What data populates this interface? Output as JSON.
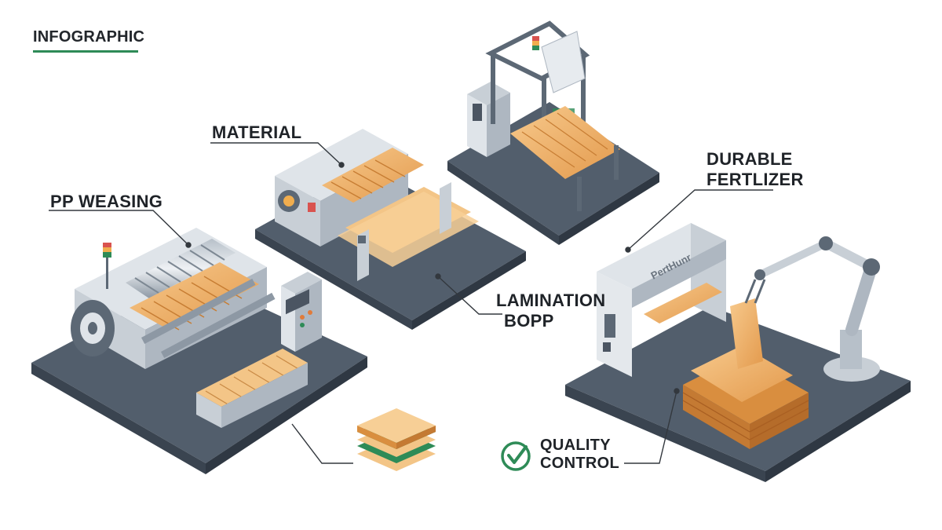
{
  "header": {
    "title": "INFOGRAPHIC",
    "accent_color": "#2e8b57"
  },
  "labels": {
    "pp_weaving": "PP WEASING",
    "material": "MATERIAL",
    "lamination_line1": "LAMINATION",
    "lamination_line2": "BOPP",
    "durable_line1": "DURABLE",
    "durable_line2": "FERTLIZER",
    "quality_line1": "QUALITY",
    "quality_line2": "CONTROL"
  },
  "machine_branding": {
    "bagging_machine_text": "PertHunr"
  },
  "icons": {
    "quality": "check-circle-icon",
    "status_light": "signal-tower-icon"
  },
  "colors": {
    "platform": "#4f5b69",
    "platform_edge": "#3a4450",
    "machine_body": "#e4e8ec",
    "machine_dark": "#5c6875",
    "material_orange": "#f2b36b",
    "material_orange_dark": "#d98e3f",
    "film_green": "#2e8b57",
    "check_green": "#2e8b57",
    "leader_line": "#33383e"
  }
}
